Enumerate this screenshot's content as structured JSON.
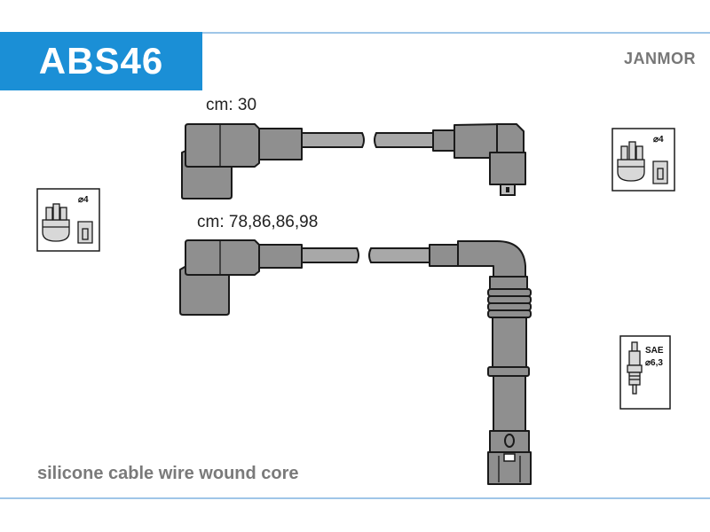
{
  "header": {
    "part_code": "ABS46",
    "brand": "JANMOR"
  },
  "cables": [
    {
      "label": "cm: 30"
    },
    {
      "label": "cm: 78,86,86,98"
    }
  ],
  "icons": {
    "distributor_left": {
      "label": "⌀4"
    },
    "distributor_right": {
      "label": "⌀4"
    },
    "spark_plug": {
      "label_top": "SAE",
      "label_bottom": "⌀6,3"
    }
  },
  "footer": {
    "description": "silicone cable wire wound core"
  },
  "colors": {
    "accent": "#1b8fd6",
    "rule": "#9fc6e8",
    "part_fill": "#8f8f8f"
  }
}
